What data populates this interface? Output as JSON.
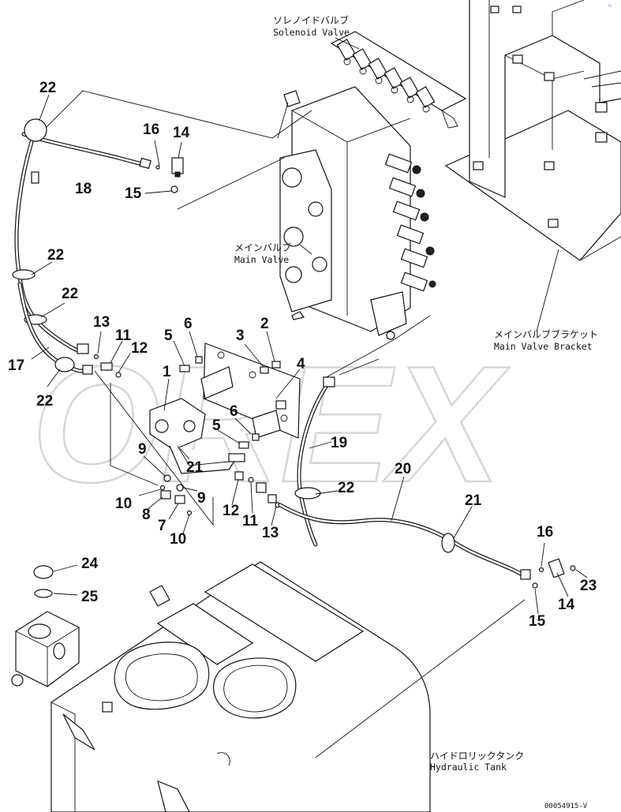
{
  "watermark": "OREX",
  "labels": {
    "solenoid_jp": "ソレノイドバルブ",
    "solenoid_en": "Solenoid Valve",
    "main_valve_jp": "メインバルブ",
    "main_valve_en": "Main Valve",
    "bracket_jp": "メインバルブブラケット",
    "bracket_en": "Main Valve Bracket",
    "tank_jp": "ハイドロリックタンク",
    "tank_en": "Hydraulic Tank"
  },
  "drawing_code": "00054915-V",
  "corner_mark": "~",
  "callouts": {
    "c22a": "22",
    "c16a": "16",
    "c14a": "14",
    "c18": "18",
    "c15a": "15",
    "c22b": "22",
    "c22c": "22",
    "c17": "17",
    "c22d": "22",
    "c13a": "13",
    "c11a": "11",
    "c5a": "5",
    "c6a": "6",
    "c3": "3",
    "c2": "2",
    "c12a": "12",
    "c4": "4",
    "c1": "1",
    "c6b": "6",
    "c5b": "5",
    "c9a": "9",
    "c21a": "21",
    "c19": "19",
    "c10a": "10",
    "c8": "8",
    "c9b": "9",
    "c7": "7",
    "c10b": "10",
    "c12b": "12",
    "c11b": "11",
    "c13b": "13",
    "c22e": "22",
    "c20": "20",
    "c21b": "21",
    "c16b": "16",
    "c23": "23",
    "c14b": "14",
    "c15b": "15",
    "c24": "24",
    "c25": "25"
  }
}
